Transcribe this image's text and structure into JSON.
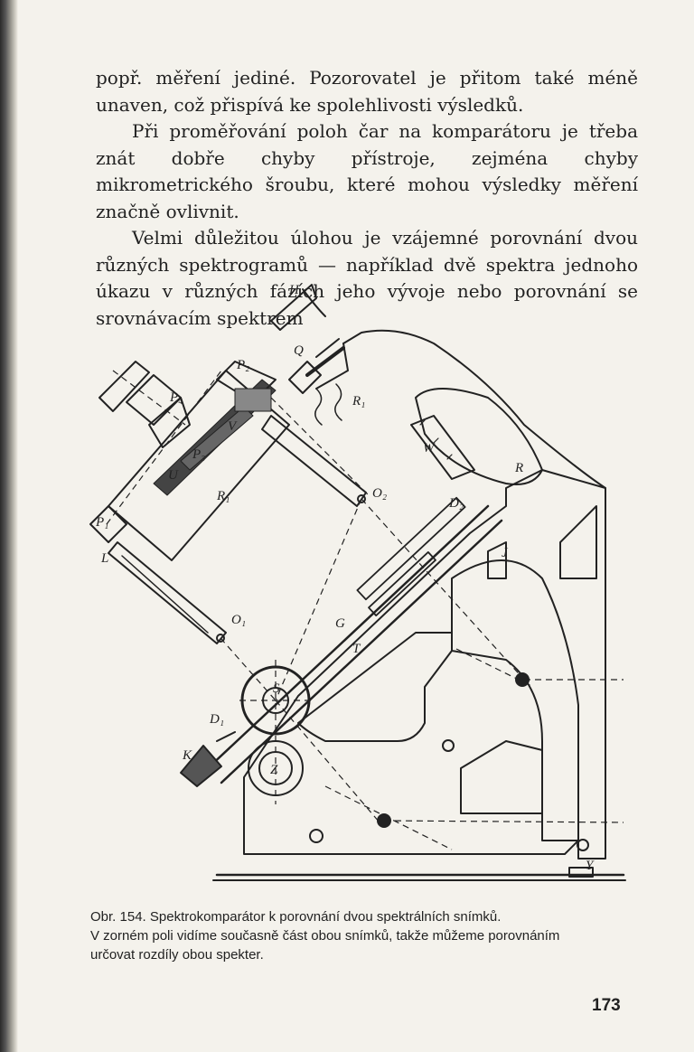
{
  "body": {
    "paragraphs": [
      "popř. měření jediné. Pozorovatel je přitom také méně unaven, což přispívá ke spolehlivosti výsledků.",
      "Při proměřování poloh čar na komparátoru je třeba znát dobře chyby přístroje, zejména chyby mikrometrického šroubu, které mohou výsledky měření značně ovlivnit.",
      "Velmi důležitou úlohou je vzájemné porovnání dvou různých spektrogramů — například dvě spektra jednoho úkazu v různých fázích jeho vývoje nebo porovnání se srovnávacím spektrem"
    ]
  },
  "figure": {
    "labels": {
      "H": "H",
      "Q": "Q",
      "P2": "P₂",
      "P4": "P₄",
      "R1_top": "R₁",
      "V": "V",
      "P3": "P₃",
      "U": "U",
      "W": "W",
      "R": "R",
      "R1_mid": "R₁",
      "O2": "O₂",
      "D2": "D₂",
      "P1": "P₁",
      "J": "J",
      "L": "L",
      "O1": "O₁",
      "G": "G",
      "T": "T",
      "S": "S",
      "D1": "D₁",
      "K": "K",
      "Z": "Z",
      "Y": "Y"
    }
  },
  "caption": {
    "line1": "Obr. 154. Spektrokomparátor k porovnání dvou spektrálních snímků.",
    "line2": "V zorném poli vidíme současně část obou snímků, takže můžeme porovnáním",
    "line3": "určovat rozdíly obou spekter."
  },
  "page_number": "173"
}
